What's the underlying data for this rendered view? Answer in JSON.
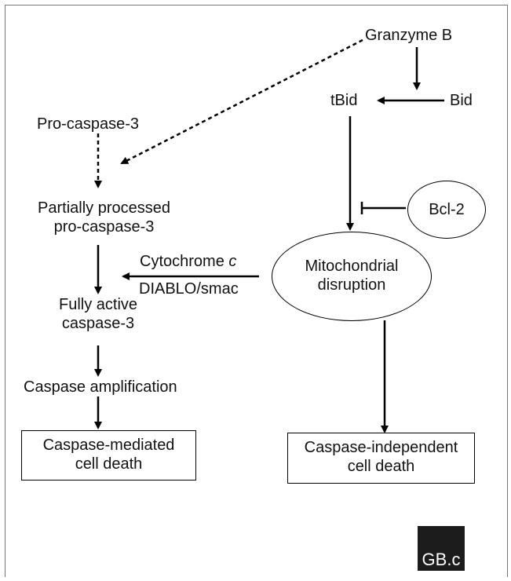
{
  "nodes": {
    "granzyme_b": "Granzyme B",
    "tbid": "tBid",
    "bid": "Bid",
    "pro_caspase_3": "Pro-caspase-3",
    "partially_processed_1": "Partially processed",
    "partially_processed_2": "pro-caspase-3",
    "bcl2": "Bcl-2",
    "cytochrome": "Cytochrome",
    "cytochrome_c": "c",
    "diablo_smac": "DIABLO/smac",
    "mito_1": "Mitochondrial",
    "mito_2": "disruption",
    "fully_active_1": "Fully active",
    "fully_active_2": "caspase-3",
    "amplification": "Caspase amplification",
    "mediated_1": "Caspase-mediated",
    "mediated_2": "cell death",
    "independent_1": "Caspase-independent",
    "independent_2": "cell death"
  },
  "logo": {
    "text": "GB.c"
  }
}
